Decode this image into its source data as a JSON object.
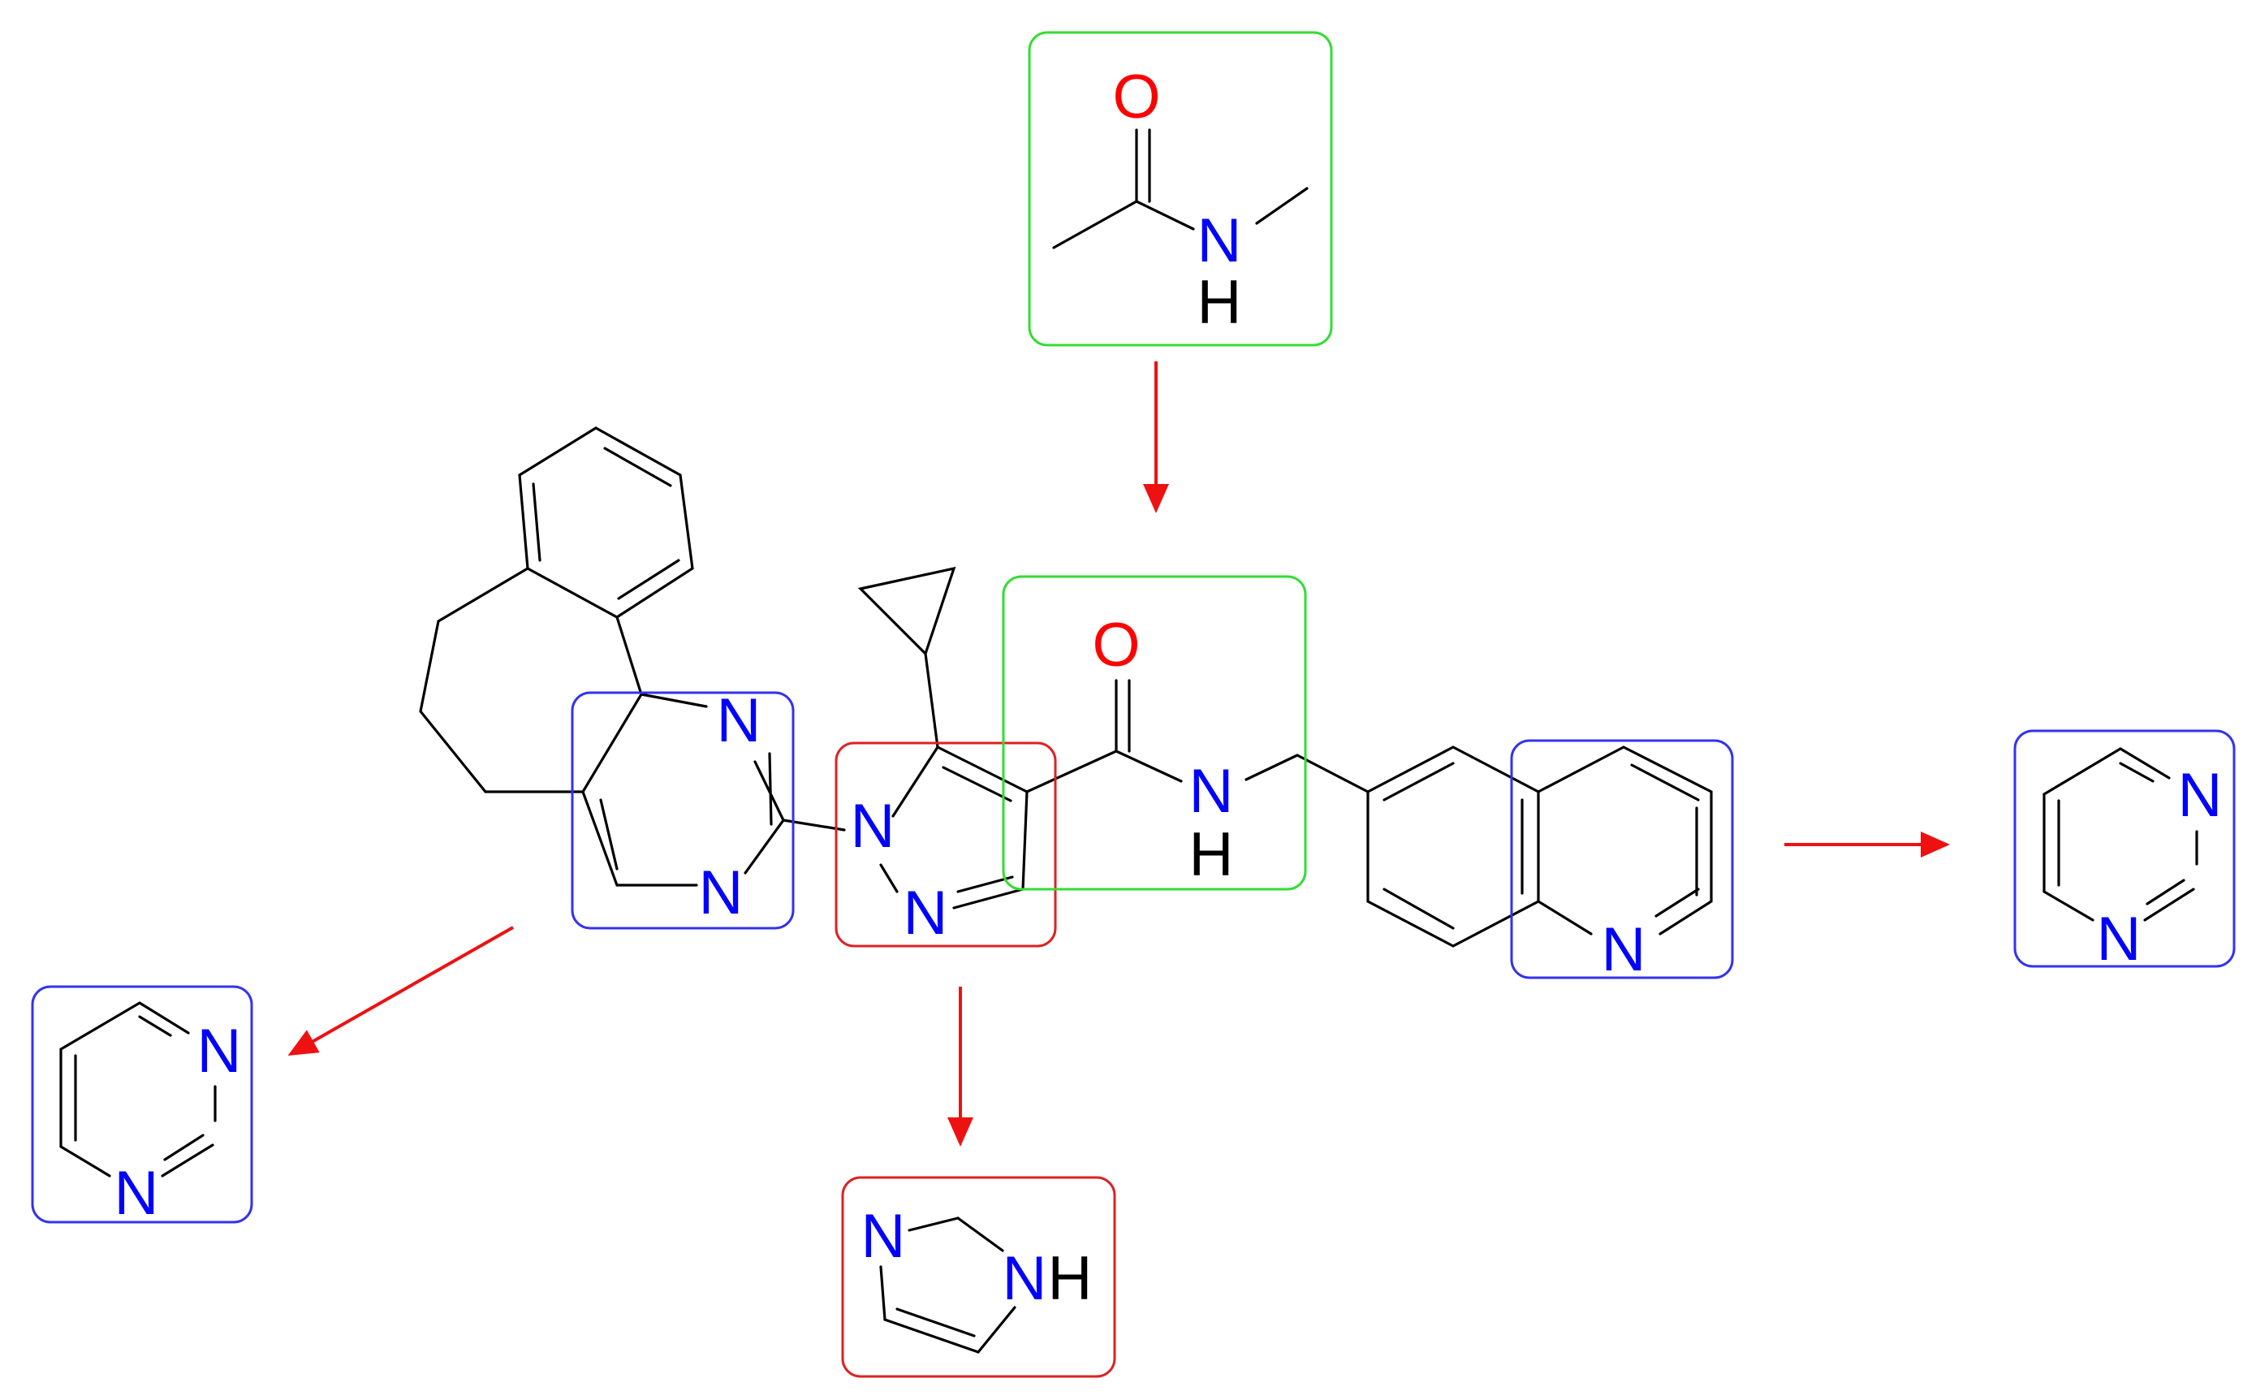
{
  "colors": {
    "carbon_bond": "#000000",
    "nitrogen": "#0000ff",
    "oxygen": "#ff0000",
    "hydrogen": "#000000",
    "box_amide": "#33dd33",
    "box_pyrimidine": "#3333ee",
    "box_pyrazole": "#dd2222",
    "arrow": "#ee1111"
  },
  "fragments": {
    "amide_top": {
      "O": "O",
      "N": "N",
      "H": "H"
    },
    "main": {
      "amide_O": "O",
      "amide_N": "N",
      "amide_H": "H",
      "pyrimidine_N1": "N",
      "pyrimidine_N2": "N",
      "pyrazole_N1": "N",
      "pyrazole_N2": "N",
      "quinoline_N": "N"
    },
    "pyrimidine_left": {
      "N1": "N",
      "N2": "N"
    },
    "imidazole_bottom": {
      "N": "N",
      "NH_N": "N",
      "NH_H": "H"
    },
    "pyrimidine_right": {
      "N1": "N",
      "N2": "N"
    }
  },
  "icons": [
    "arrow-down-icon",
    "arrow-down-left-icon",
    "arrow-right-icon"
  ]
}
